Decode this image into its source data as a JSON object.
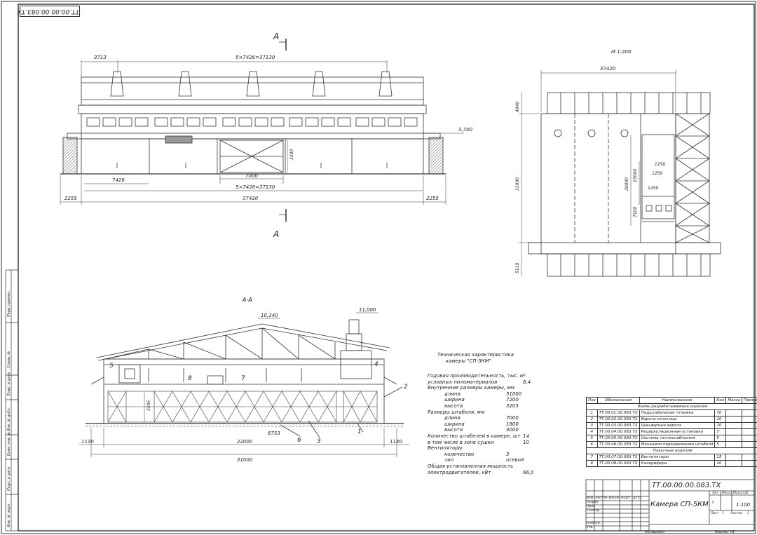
{
  "stamp": "ТТ.00.00.00.083.ТХ",
  "front_view": {
    "section_mark": "А",
    "dim_top_left": "3713",
    "dim_top_main": "5×7426=37130",
    "dim_bay": "7426",
    "dim_gate": "7000",
    "dim_gate_height": "3200",
    "dim_bottom_main": "5×7426=37130",
    "dim_overall": "37420",
    "dim_left_end": "2255",
    "dim_right_end": "2255",
    "level_mark": "3,700"
  },
  "plan_view": {
    "scale_note": "М 1:200",
    "dim_overall_width": "37420",
    "dim_top": "4940",
    "dim_height": "31000",
    "dim_bottom": "5110",
    "dim_a": "20000",
    "dim_b": "15000",
    "dim_c": "1250",
    "dim_d": "1250",
    "dim_e": "1250",
    "dim_f": "7100"
  },
  "section_view": {
    "title": "А-А",
    "level_ridge": "10,340",
    "level_fan": "11,000",
    "dim_total": "31000",
    "dim_inner": "22000",
    "dim_left": "1130",
    "dim_right": "1130",
    "dim_6753": "6753",
    "dim_height_left": "3205",
    "callouts": [
      "1",
      "2",
      "3",
      "4",
      "5",
      "6",
      "7",
      "8"
    ]
  },
  "tech": {
    "title_line1": "Техническая характеристика",
    "title_line2": "камеры \"СП-5КМ\"",
    "rows": [
      {
        "label": "Годовая производительность, тыс. м³",
        "value": ""
      },
      {
        "label": "условных пиломатериалов",
        "value": "8,4"
      },
      {
        "label": "Внутренние размеры камеры, мм",
        "value": ""
      },
      {
        "label": "длина",
        "value": "31000",
        "indent": true
      },
      {
        "label": "ширина",
        "value": "7200",
        "indent": true
      },
      {
        "label": "высота",
        "value": "3205",
        "indent": true
      },
      {
        "label": "Размеры штабеля, мм",
        "value": ""
      },
      {
        "label": "длина",
        "value": "7000",
        "indent": true
      },
      {
        "label": "ширина",
        "value": "1800",
        "indent": true
      },
      {
        "label": "высота",
        "value": "3000",
        "indent": true
      },
      {
        "label": "Количество штабелей в камере, шт",
        "value": "14"
      },
      {
        "label": "в том числе в зоне сушки",
        "value": "10"
      },
      {
        "label": "Вентиляторы",
        "value": ""
      },
      {
        "label": "количество",
        "value": "3",
        "indent": true
      },
      {
        "label": "тип",
        "value": "осевой",
        "indent": true
      },
      {
        "label": "Общая установленная мощность",
        "value": ""
      },
      {
        "label": "электродвигателей, кВт",
        "value": "66,0"
      }
    ]
  },
  "bom": {
    "headers": [
      "Поз",
      "Обозначение",
      "Наименование",
      "Кол",
      "Масса",
      "Приме"
    ],
    "section1": "Вновь разрабатываемые изделия",
    "rows1": [
      {
        "pos": "1",
        "code": "ТТ.00.01.00.083.ТХ",
        "name": "Подштабельная тележка",
        "qty": "70"
      },
      {
        "pos": "2",
        "code": "ТТ.00.02.00.083.ТХ",
        "name": "Ворота откатные",
        "qty": "10"
      },
      {
        "pos": "3",
        "code": "ТТ.00.03.00.083.ТХ",
        "name": "Шандорные ворота",
        "qty": "10"
      },
      {
        "pos": "4",
        "code": "ТТ.00.04.00.083.ТХ",
        "name": "Рециркуляционная установка",
        "qty": "5"
      },
      {
        "pos": "5",
        "code": "ТТ.00.05.00.083.ТХ",
        "name": "Система теплоснабжения",
        "qty": "5"
      },
      {
        "pos": "6",
        "code": "ТТ.00.06.00.083.ТХ",
        "name": "Механизм передвижения штабеля",
        "qty": "5"
      }
    ],
    "section2": "Покупные изделия",
    "rows2": [
      {
        "pos": "7",
        "code": "ТТ.00.07.00.083.ТХ",
        "name": "Вентиляторы",
        "qty": "15"
      },
      {
        "pos": "8",
        "code": "ТТ.00.08.00.083.ТХ",
        "name": "Калориферы",
        "qty": "20"
      }
    ]
  },
  "title_block": {
    "code": "ТТ.00.00.00.083.ТХ",
    "name": "Камера СП-5КМ",
    "scale": "1:100",
    "col_lit": "Лит",
    "col_mass": "Масса",
    "col_scale": "Масштаб",
    "lit": "у",
    "sheet": "Лист",
    "sheet_no": "1",
    "sheets": "Листов",
    "sheets_no": "1",
    "izm": "Изм",
    "list": "Лист",
    "doc_no": "№ докум.",
    "sign": "Подп.",
    "date": "Дата",
    "razrab": "Разраб.",
    "prov": "Пров.",
    "tkontr": "Т.контр.",
    "nkontr": "Н.контр.",
    "utv": "Утв.",
    "copied": "Копировал",
    "format": "Формат А1"
  },
  "side_strip": [
    "Инв. № подл.",
    "Подп. и дата",
    "Взам. инв. №",
    "Инв. № дубл.",
    "Подп. и дата",
    "Справ. №",
    "Перв. примен."
  ]
}
